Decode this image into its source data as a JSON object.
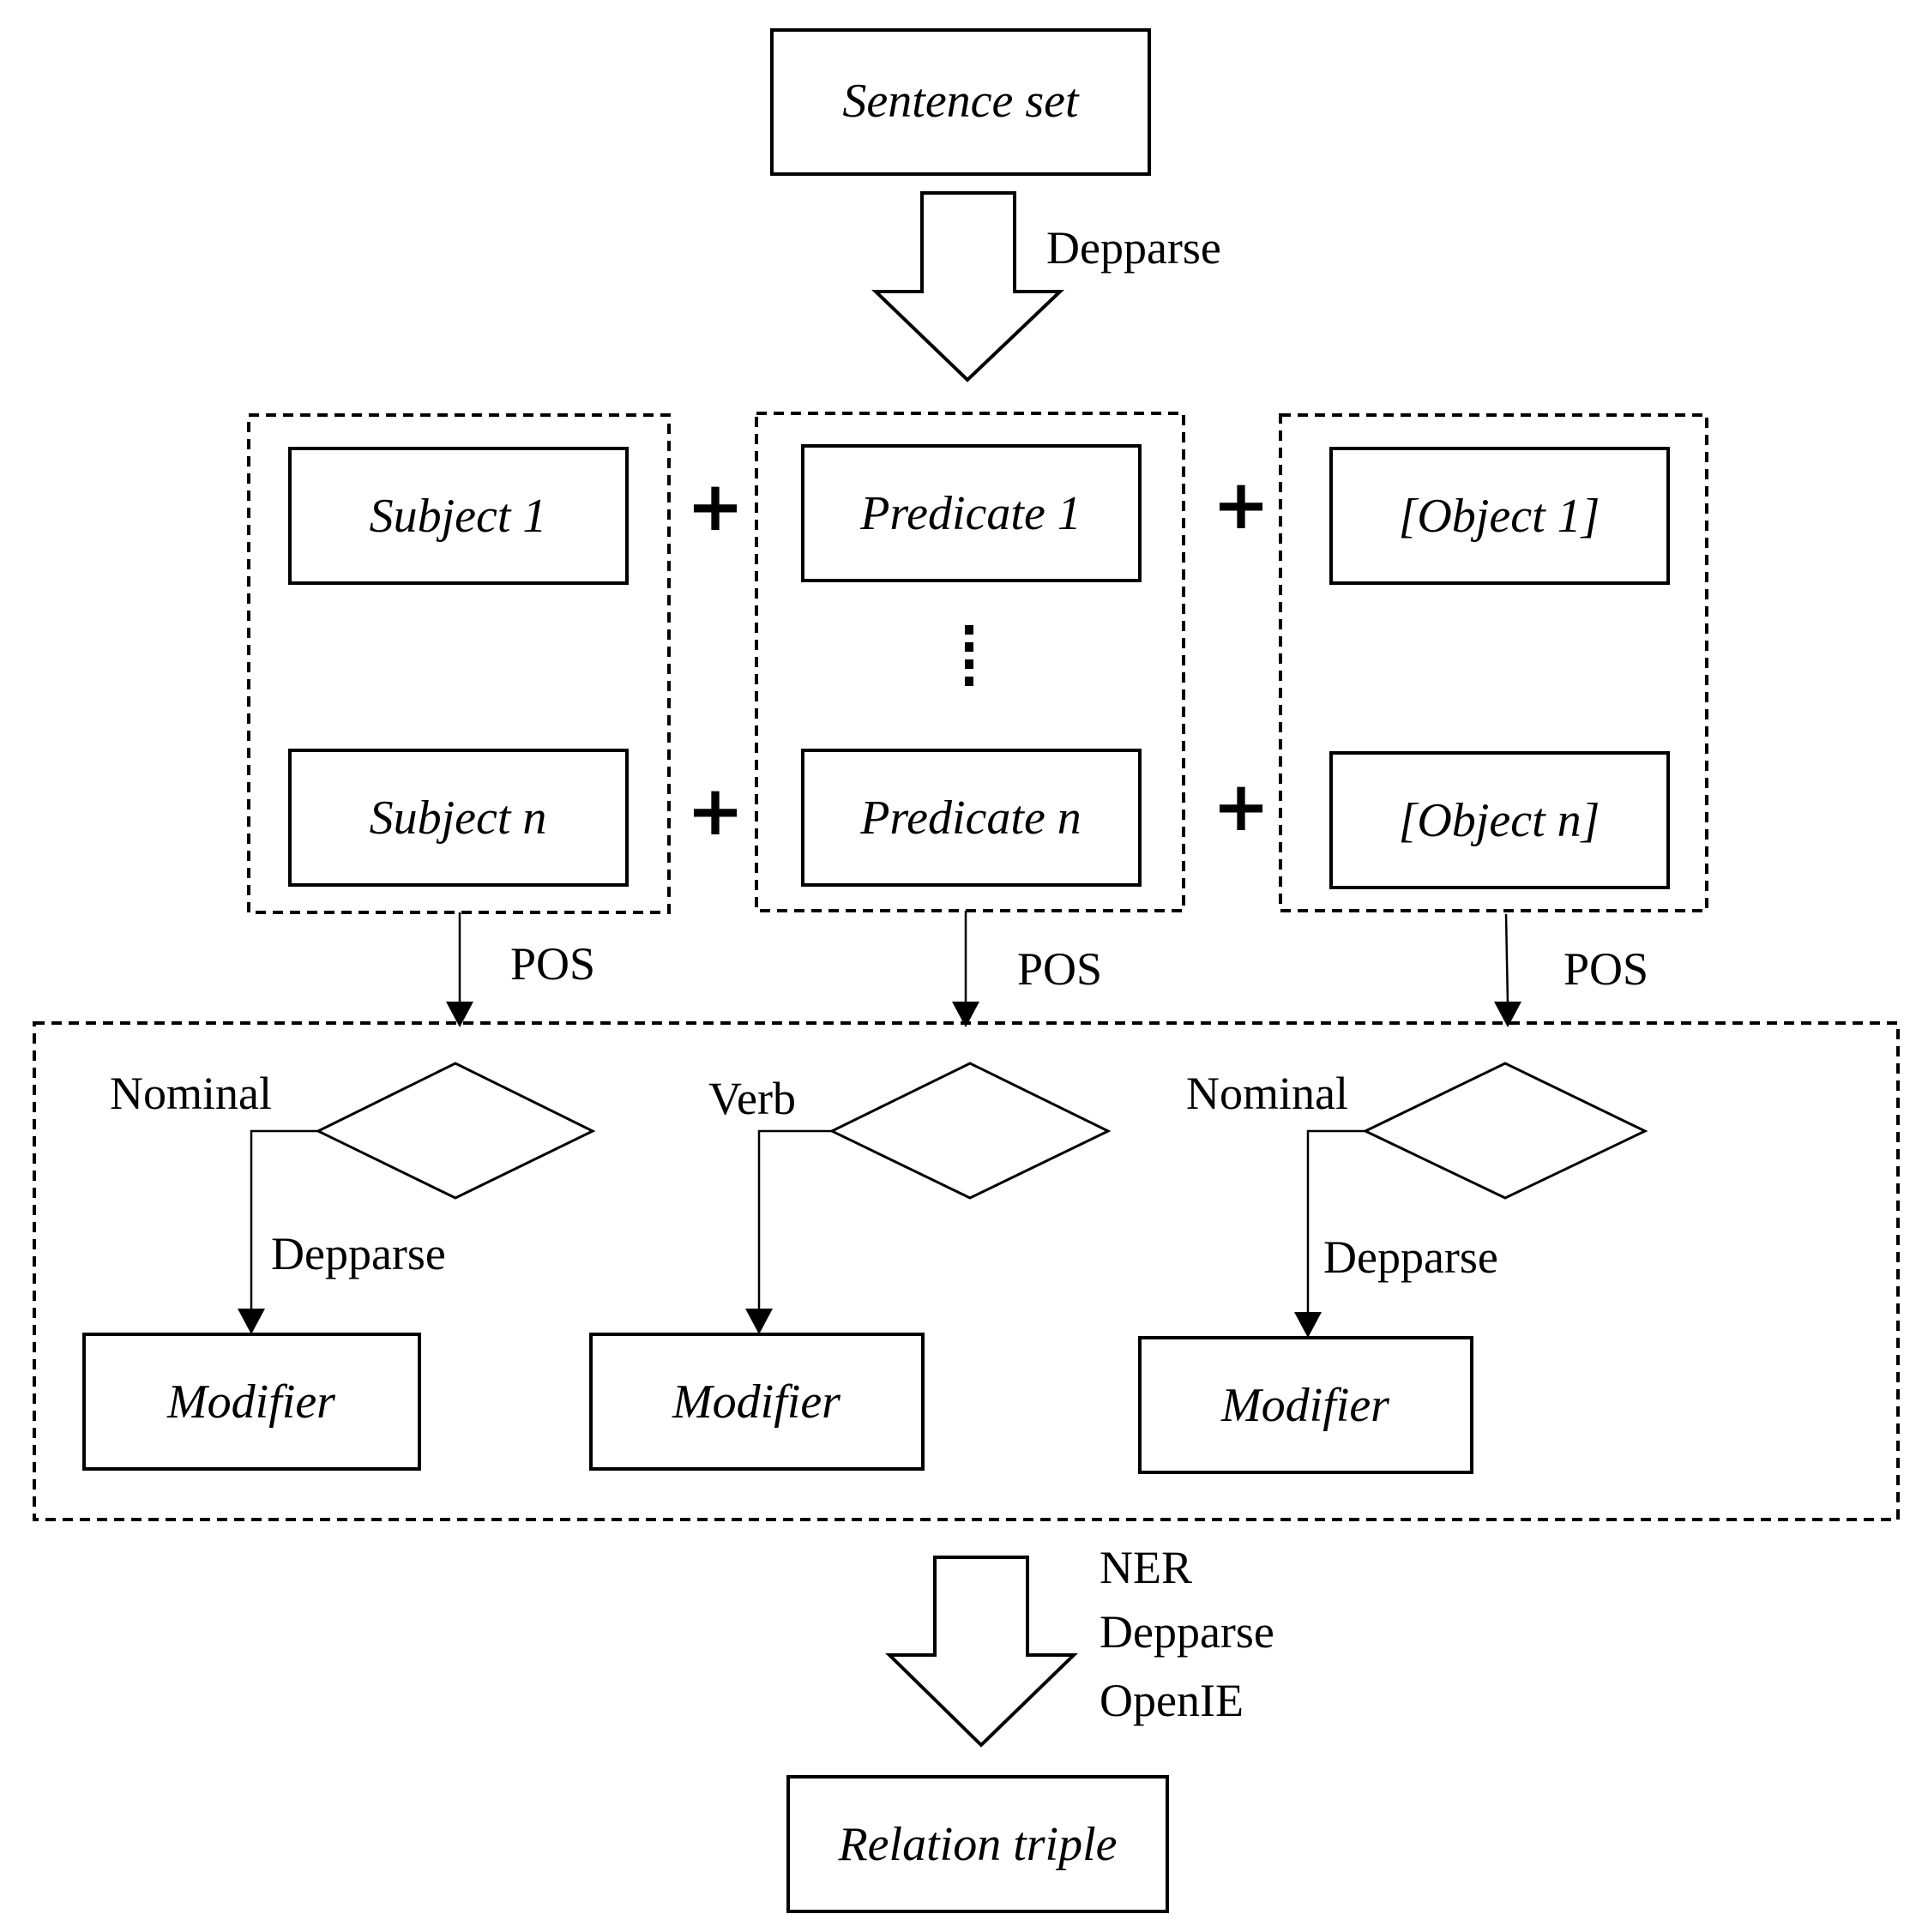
{
  "nodes": {
    "sentence_set": "Sentence set",
    "subject_1": "Subject 1",
    "subject_n": "Subject n",
    "predicate_1": "Predicate 1",
    "predicate_n": "Predicate n",
    "object_1": "[Object 1]",
    "object_n": "[Object n]",
    "modifier": "Modifier",
    "relation_triple": "Relation triple"
  },
  "edge_labels": {
    "depparse": "Depparse",
    "pos": "POS",
    "nominal": "Nominal",
    "verb": "Verb",
    "ner": "NER",
    "openie": "OpenIE"
  },
  "symbols": {
    "plus": "+",
    "ellipsis": "⋮"
  }
}
